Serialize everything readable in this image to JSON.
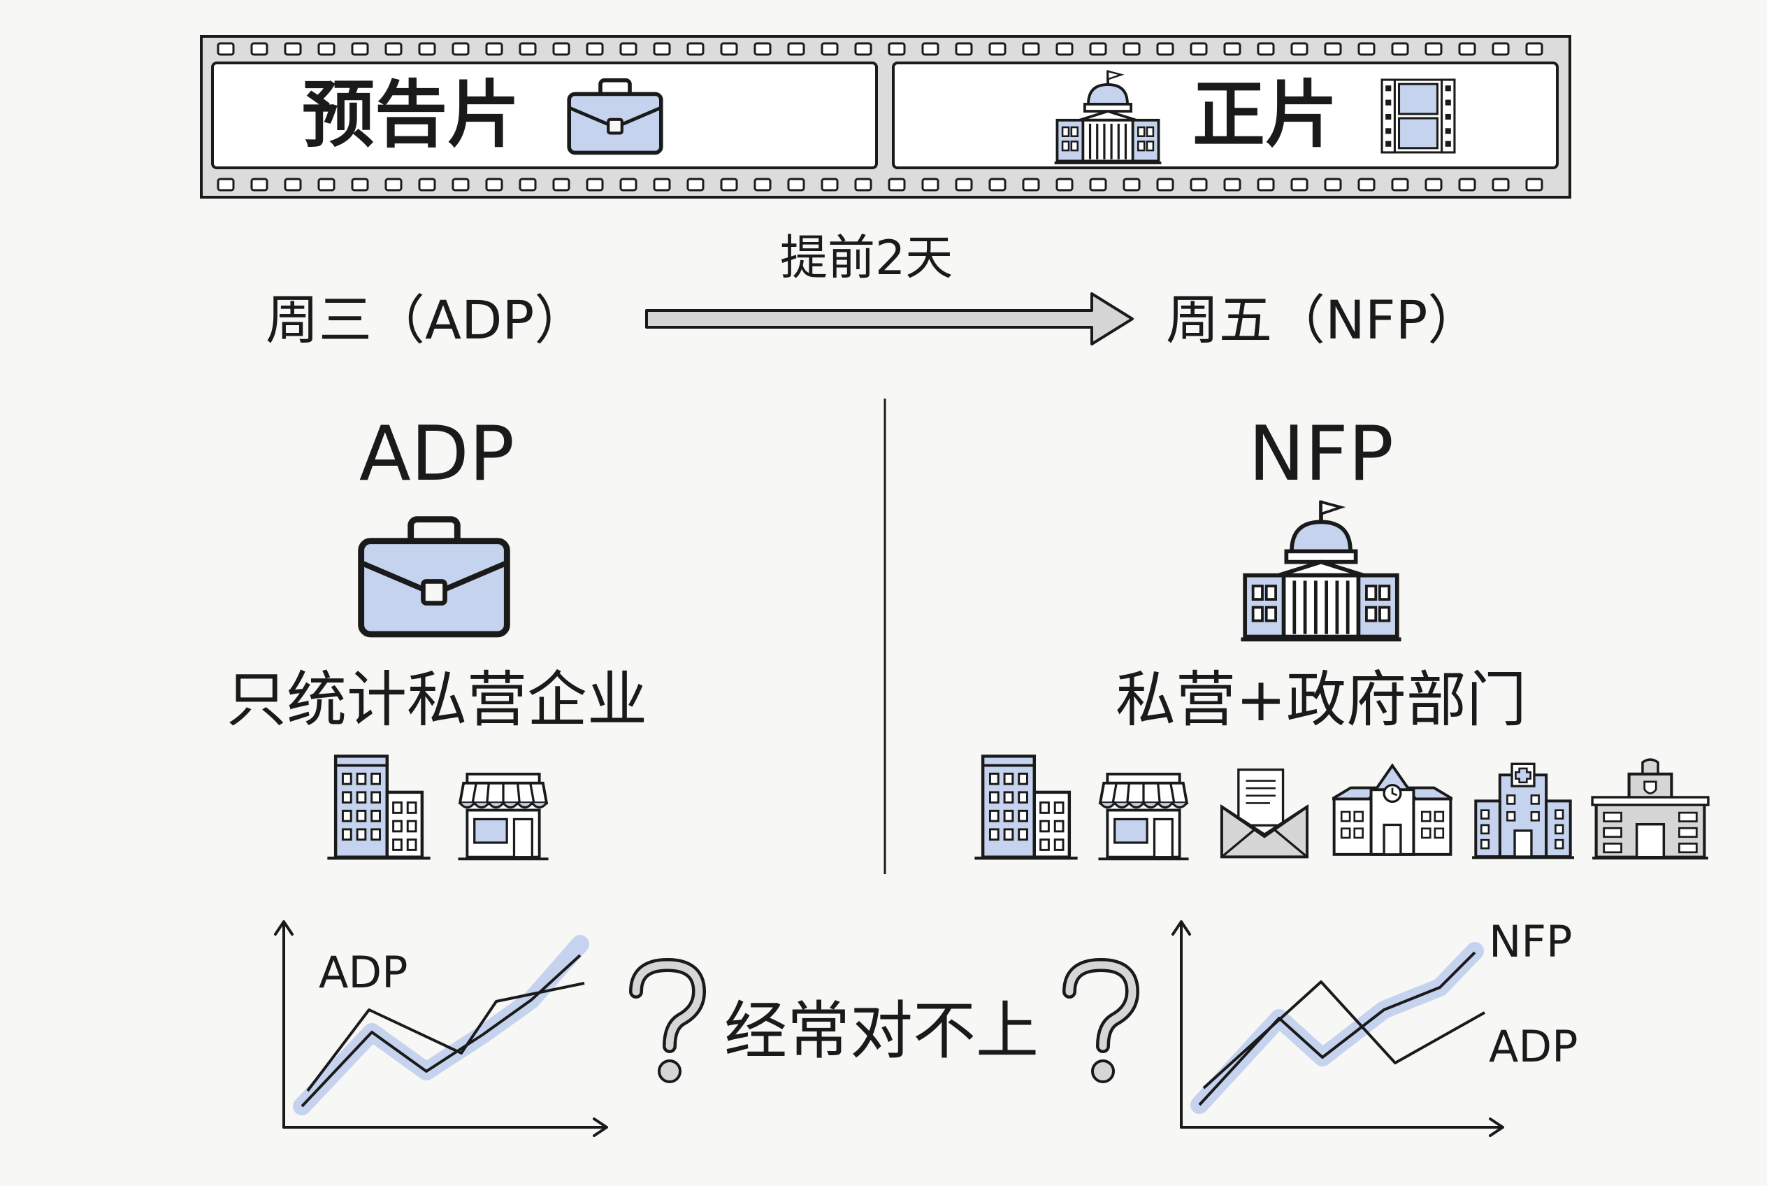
{
  "filmstrip": {
    "left_label": "预告片",
    "right_label": "正片"
  },
  "timeline": {
    "left_day": "周三（ADP）",
    "right_day": "周五（NFP）",
    "arrow_label": "提前2天"
  },
  "adp_panel": {
    "title": "ADP",
    "description": "只统计私营企业",
    "icons": [
      "briefcase-icon",
      "office-building-icon",
      "storefront-icon"
    ]
  },
  "nfp_panel": {
    "title": "NFP",
    "description": "私营+政府部门",
    "icons": [
      "capitol-building-icon",
      "office-building-icon",
      "storefront-icon",
      "mail-envelope-icon",
      "school-icon",
      "hospital-icon",
      "police-station-icon"
    ]
  },
  "comparison": {
    "caption": "经常对不上",
    "left_chart_series_label": "ADP",
    "right_chart_series_labels": [
      "NFP",
      "ADP"
    ]
  },
  "colors": {
    "ink": "#1a1a1a",
    "accent_blue": "#c5d3ee",
    "light_gray": "#d6d6d6",
    "background": "#f7f7f5"
  }
}
